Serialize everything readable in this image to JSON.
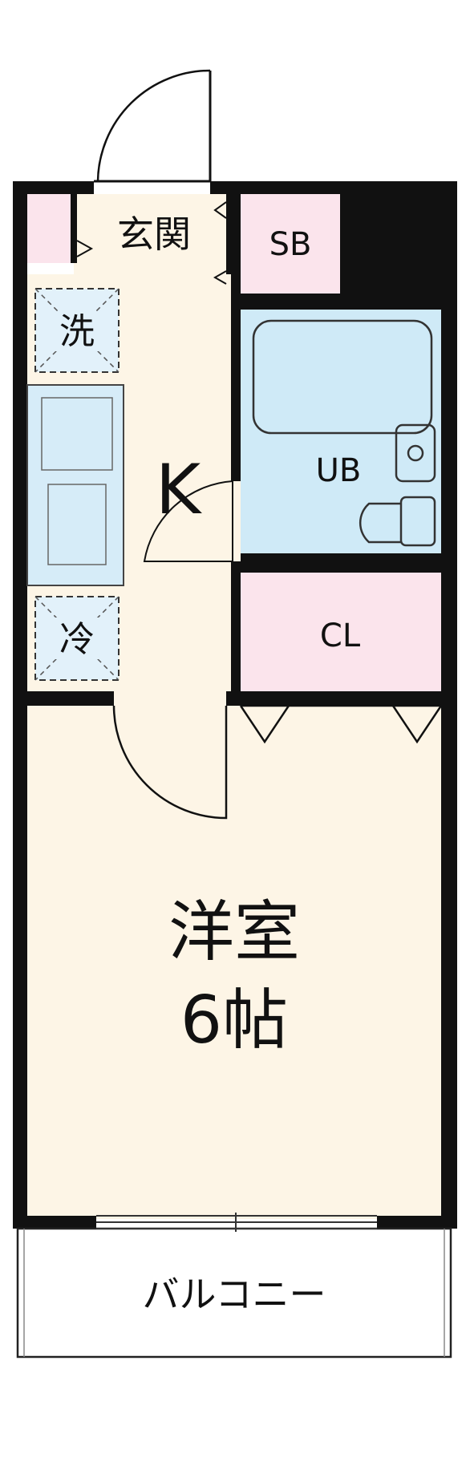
{
  "rooms": {
    "entrance": "玄関",
    "shoe_box": "SB",
    "kitchen": "K",
    "unit_bath": "UB",
    "closet": "CL",
    "western_room": "洋室",
    "western_room_size": "6帖",
    "balcony": "バルコニー"
  },
  "appliances": {
    "washer": "洗",
    "fridge": "冷"
  },
  "colors": {
    "wall": "#111111",
    "floor": "#fdf5e6",
    "shoe_box_fill": "#fbe4ec",
    "closet_fill": "#fbe4ec",
    "bath_fill": "#cfeaf7",
    "counter_fill": "#d6ecf8",
    "appliance_fill": "#e2f1fa",
    "balcony_fill": "#ffffff"
  }
}
